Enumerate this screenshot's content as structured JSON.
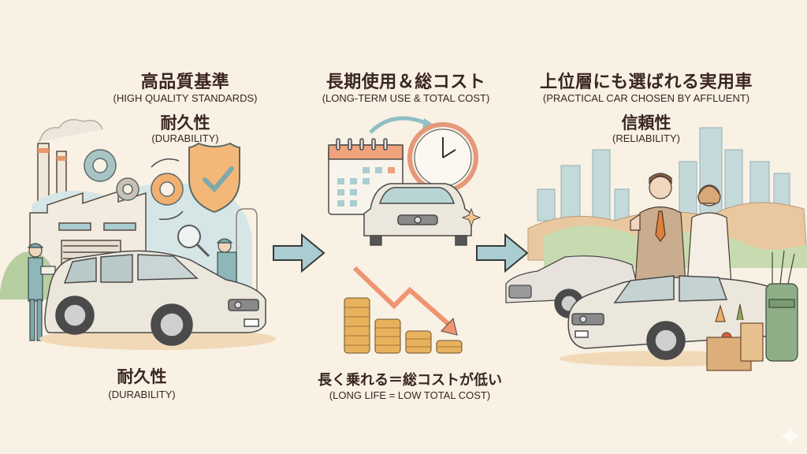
{
  "panels": [
    {
      "id": "quality",
      "title_jp": "高品質基準",
      "title_en": "(HIGH QUALITY STANDARDS)",
      "sub_jp": "耐久性",
      "sub_en": "(DURABILITY)",
      "bottom_jp": "耐久性",
      "bottom_en": "(DURABILITY)",
      "illustration": [
        "factory",
        "gears",
        "shield-check",
        "magnifier",
        "inspector-workers",
        "station-wagon"
      ]
    },
    {
      "id": "longterm",
      "title_jp": "長期使用＆総コスト",
      "title_en": "(LONG-TERM USE & TOTAL COST)",
      "bottom_jp": "長く乗れる＝総コストが低い",
      "bottom_en": "(LONG LIFE = LOW TOTAL COST)",
      "illustration": [
        "calendar",
        "clock",
        "car-front",
        "sparkle",
        "down-trend-arrow",
        "coin-stacks"
      ]
    },
    {
      "id": "affluent",
      "title_jp": "上位層にも選ばれる実用車",
      "title_en": "(PRACTICAL CAR CHOSEN BY AFFLUENT)",
      "sub_jp": "信頼性",
      "sub_en": "(RELIABILITY)",
      "illustration": [
        "city-skyline",
        "hills",
        "couple",
        "luxury-sedan",
        "station-wagon",
        "grocery-bag",
        "golf-bag"
      ]
    }
  ],
  "arrows": [
    "flow-arrow-1",
    "flow-arrow-2"
  ],
  "colors": {
    "background": "#f8f1e4",
    "text": "#3a2620",
    "arrow_fill": "#a9cdd0",
    "accent_orange": "#f0a86a",
    "accent_teal": "#8fbfc4",
    "car_body": "#ece7dc",
    "coin": "#e8b25c"
  }
}
